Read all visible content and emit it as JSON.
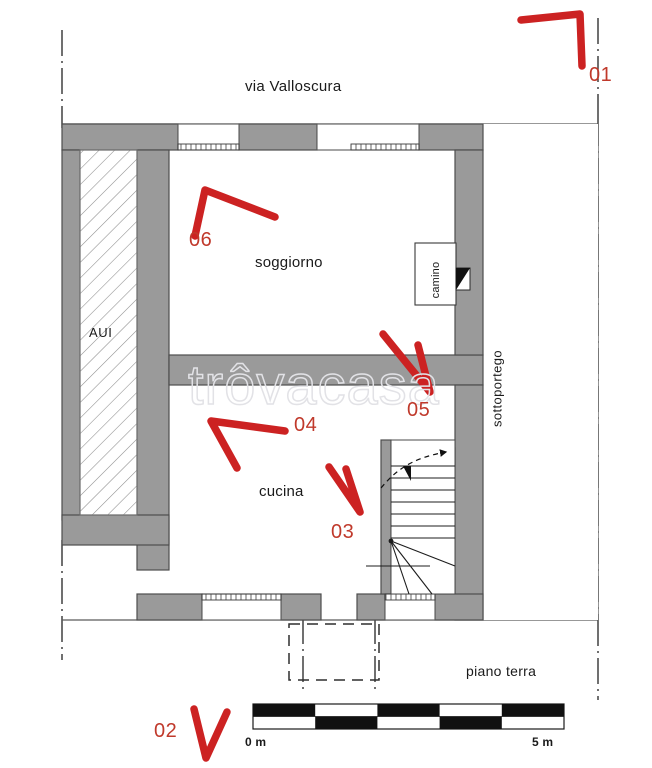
{
  "document": {
    "type": "floor-plan",
    "floor_label": "piano terra",
    "street_label": "via Valloscura",
    "watermark": "trôvacasa"
  },
  "rooms": [
    {
      "id": "soggiorno",
      "label": "soggiorno"
    },
    {
      "id": "cucina",
      "label": "cucina"
    },
    {
      "id": "aui",
      "label": "AUI"
    },
    {
      "id": "sottoportego",
      "label": "sottoportego"
    }
  ],
  "features": [
    {
      "id": "camino",
      "label": "camino"
    },
    {
      "id": "stairs",
      "label": ""
    }
  ],
  "markers": [
    {
      "id": "01",
      "label": "01",
      "shape": "arrow-down-right"
    },
    {
      "id": "02",
      "label": "02",
      "shape": "v-down"
    },
    {
      "id": "03",
      "label": "03",
      "shape": "arrow-down-right"
    },
    {
      "id": "04",
      "label": "04",
      "shape": "arrow-up-left"
    },
    {
      "id": "05",
      "label": "05",
      "shape": "arrow-down-right"
    },
    {
      "id": "06",
      "label": "06",
      "shape": "arrow-up-left"
    }
  ],
  "scale_bar": {
    "start_label": "0 m",
    "end_label": "5 m",
    "segments": 5,
    "length_m": 5
  },
  "colors": {
    "wall": "#9a9a9a",
    "wall_stroke": "#4d4d4d",
    "marker_red": "#cc2222",
    "text": "#1a1a1a",
    "hatch": "#8c8c8c",
    "watermark": "#e2e2e6",
    "background": "#ffffff"
  }
}
